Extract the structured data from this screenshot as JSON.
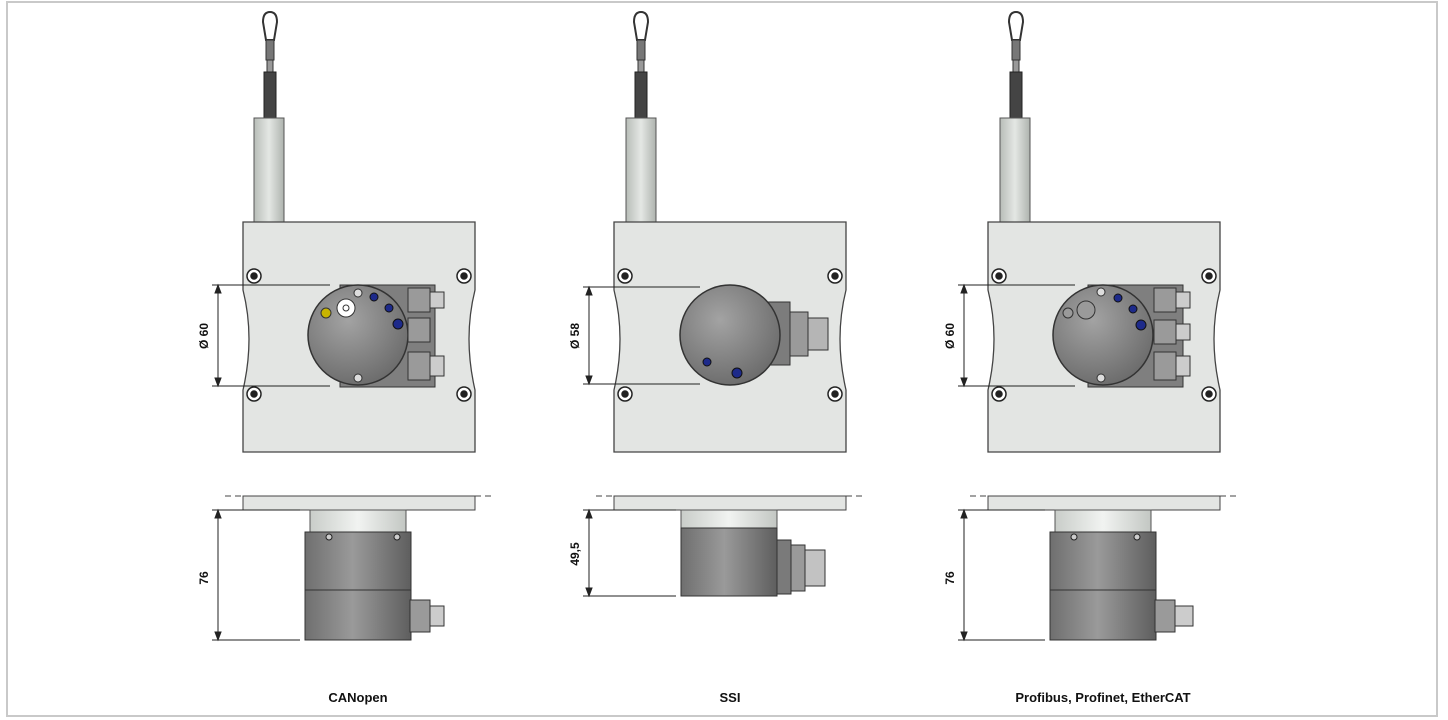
{
  "variants": [
    {
      "caption": "CANopen",
      "front_dim": "Ø 60",
      "side_dim": "76"
    },
    {
      "caption": "SSI",
      "front_dim": "Ø 58",
      "side_dim": "49,5"
    },
    {
      "caption": "Profibus, Profinet, EtherCAT",
      "front_dim": "Ø 60",
      "side_dim": "76"
    }
  ],
  "colors": {
    "plate": "#e3e5e3",
    "housing": "#8a8a8a",
    "led_yellow": "#c8b400",
    "led_blue": "#1d2a8a"
  }
}
